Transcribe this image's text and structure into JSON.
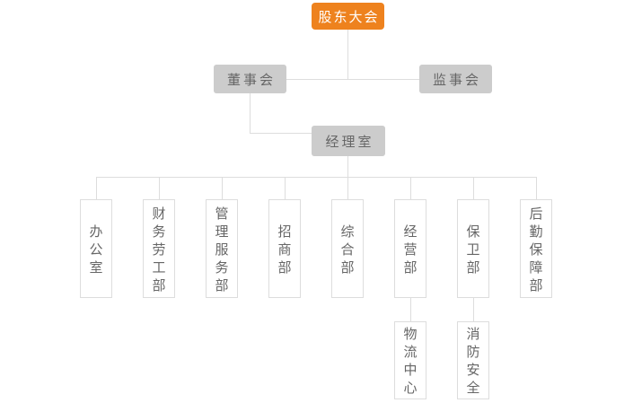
{
  "org_chart": {
    "title": "company organization chart",
    "root": {
      "label": "股东大会"
    },
    "level2": [
      {
        "label": "董事会"
      },
      {
        "label": "监事会"
      }
    ],
    "level3": {
      "label": "经理室"
    },
    "departments": [
      {
        "label": "办公室"
      },
      {
        "label": "财务劳工部"
      },
      {
        "label": "管理服务部"
      },
      {
        "label": "招商部"
      },
      {
        "label": "综合部"
      },
      {
        "label": "经营部"
      },
      {
        "label": "保卫部"
      },
      {
        "label": "后勤保障部"
      }
    ],
    "sub_departments": [
      {
        "label": "物流中心",
        "parent": "经营部"
      },
      {
        "label": "消防安全",
        "parent": "保卫部"
      }
    ],
    "colors": {
      "root_background": "#EE821E",
      "root_text": "#FFFFFF",
      "branch_background": "#CCCCCC",
      "branch_text": "#666666",
      "leaf_border": "#DDDDDD",
      "leaf_text": "#666666",
      "connector_line": "#DDDDDD",
      "page_background": "#FFFFFF"
    }
  }
}
